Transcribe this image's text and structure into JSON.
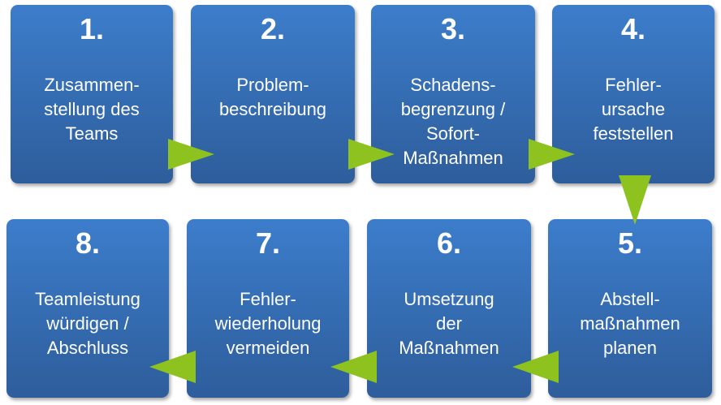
{
  "steps": [
    {
      "num": "1.",
      "text": "Zusammen-\nstellung des\nTeams"
    },
    {
      "num": "2.",
      "text": "Problem-\nbeschreibung"
    },
    {
      "num": "3.",
      "text": "Schadens-\nbegrenzung /\nSofort-\nMaßnahmen"
    },
    {
      "num": "4.",
      "text": "Fehler-\nursache\nfeststellen"
    },
    {
      "num": "5.",
      "text": "Abstell-\nmaßnahmen\nplanen"
    },
    {
      "num": "6.",
      "text": "Umsetzung\nder\nMaßnahmen"
    },
    {
      "num": "7.",
      "text": "Fehler-\nwiederholung\nvermeiden"
    },
    {
      "num": "8.",
      "text": "Teamleistung\nwürdigen /\nAbschluss"
    }
  ],
  "colors": {
    "box": "#3a78c5",
    "arrow": "#8dc21f"
  }
}
